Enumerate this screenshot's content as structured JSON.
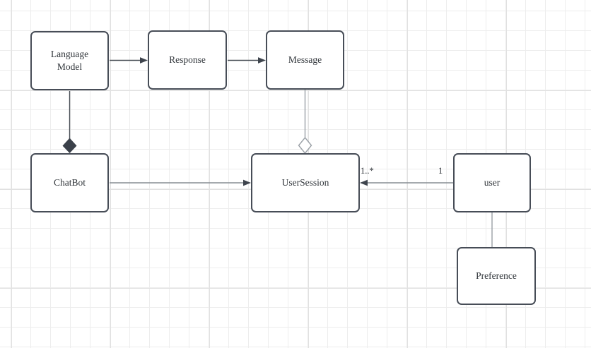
{
  "diagram": {
    "type": "uml-class-diagram",
    "nodes": {
      "language_model": {
        "label": "Language Model"
      },
      "response": {
        "label": "Response"
      },
      "message": {
        "label": "Message"
      },
      "chatbot": {
        "label": "ChatBot"
      },
      "user_session": {
        "label": "UserSession"
      },
      "user": {
        "label": "user"
      },
      "preference": {
        "label": "Preference"
      }
    },
    "edges": [
      {
        "from": "Language Model",
        "to": "Response",
        "type": "directed-arrow"
      },
      {
        "from": "Response",
        "to": "Message",
        "type": "directed-arrow"
      },
      {
        "from": "Language Model",
        "to": "ChatBot",
        "type": "composition-filled-diamond-at-chatbot"
      },
      {
        "from": "Message",
        "to": "UserSession",
        "type": "aggregation-hollow-diamond-at-usersession"
      },
      {
        "from": "ChatBot",
        "to": "UserSession",
        "type": "directed-arrow"
      },
      {
        "from": "user",
        "to": "UserSession",
        "type": "directed-arrow",
        "source_multiplicity": "1",
        "target_multiplicity": "1..*"
      },
      {
        "from": "user",
        "to": "Preference",
        "type": "association-line"
      }
    ],
    "edge_labels": {
      "usersession_multiplicity": "1..*",
      "user_multiplicity": "1"
    },
    "colors": {
      "canvas_background": "#ffffff",
      "grid_minor": "#ededed",
      "grid_major": "#e1e1e1",
      "node_fill": "#ffffff",
      "node_border": "#474d57",
      "dark_edge": "#4a5057",
      "gray_edge": "#878d94",
      "arrowhead_fill": "#3e444d",
      "diamond_filled": "#3a4049",
      "diamond_hollow_stroke": "#9aa0a6",
      "text": "#30353a"
    }
  }
}
